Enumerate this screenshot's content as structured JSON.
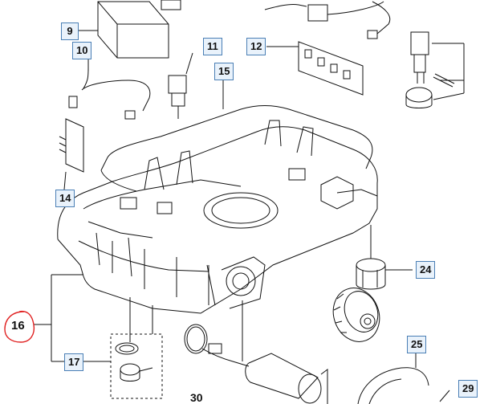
{
  "diagram": {
    "callouts": {
      "c9": "9",
      "c10": "10",
      "c11": "11",
      "c12": "12",
      "c14": "14",
      "c15": "15",
      "c16": "16",
      "c17": "17",
      "c24": "24",
      "c25": "25",
      "c29": "29",
      "c30": "30"
    },
    "colors": {
      "line": "#111111",
      "callout_fill": "#e9f2fb",
      "callout_border": "#4a7fb5",
      "highlight": "#e02020"
    }
  }
}
